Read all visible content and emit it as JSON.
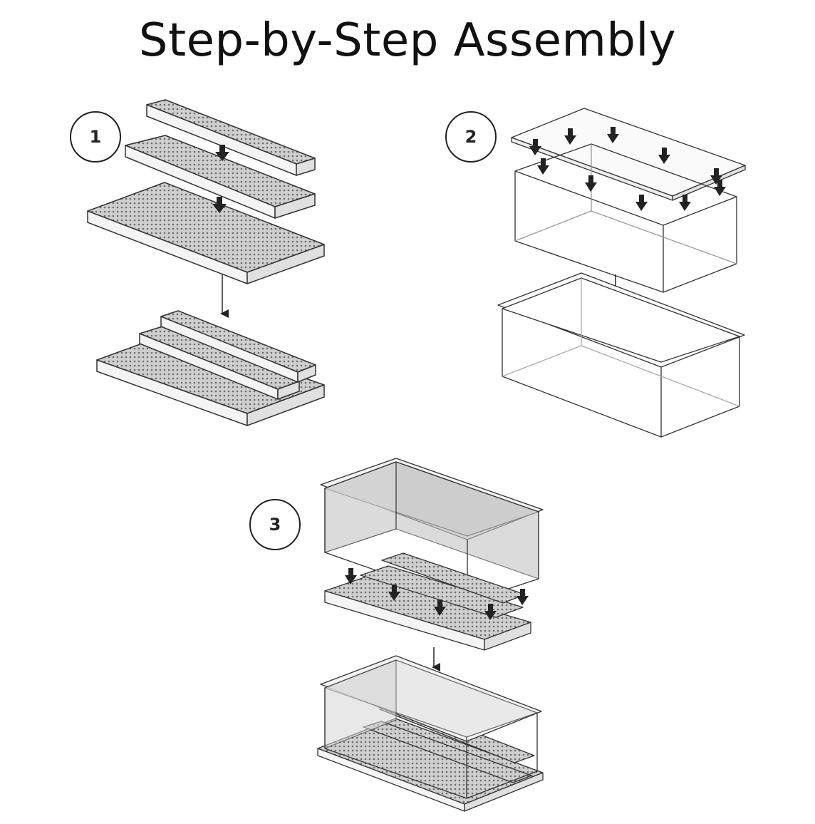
{
  "title": "Step-by-Step Assembly",
  "steps": [
    {
      "number": "1"
    },
    {
      "number": "2"
    },
    {
      "number": "3"
    }
  ],
  "colors": {
    "line": "#333333",
    "mesh": "#b9b9b9",
    "panel": "#ececec",
    "arrow": "#222222"
  }
}
